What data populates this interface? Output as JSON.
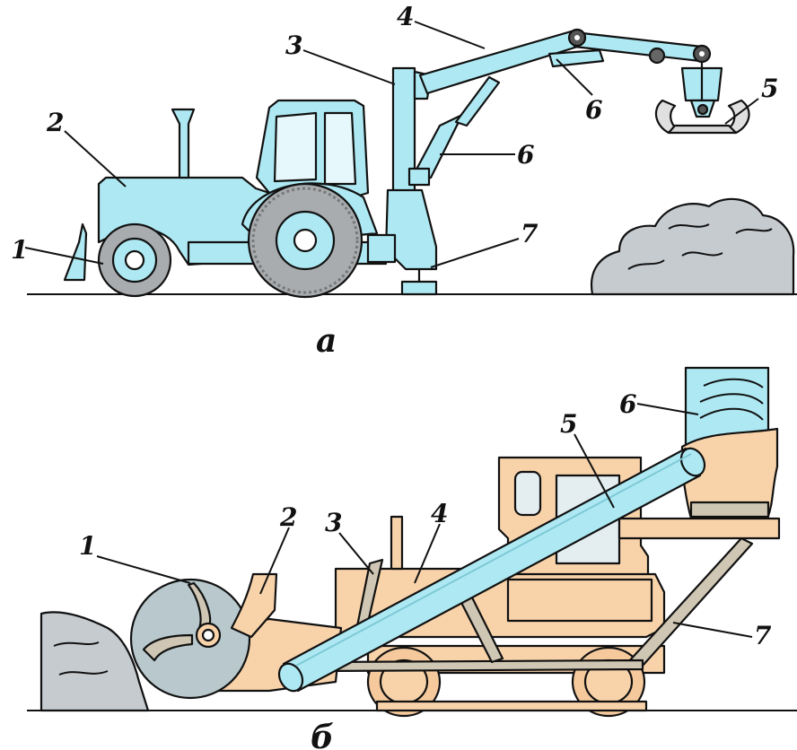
{
  "panel_a": {
    "caption": "а",
    "labels": [
      "1",
      "2",
      "3",
      "4",
      "5",
      "6",
      "6",
      "7"
    ],
    "colors": {
      "machine": "#aee9f3",
      "wheel": "#a9acaf",
      "pile": "#c6cbd0"
    }
  },
  "panel_b": {
    "caption": "б",
    "labels": [
      "1",
      "2",
      "3",
      "4",
      "5",
      "6",
      "7"
    ],
    "colors": {
      "body": "#f8d3aa",
      "conveyor": "#aee9f3",
      "drum": "#b8c8cc",
      "frame": "#cfc6b3",
      "pile": "#c6cbd0"
    }
  }
}
